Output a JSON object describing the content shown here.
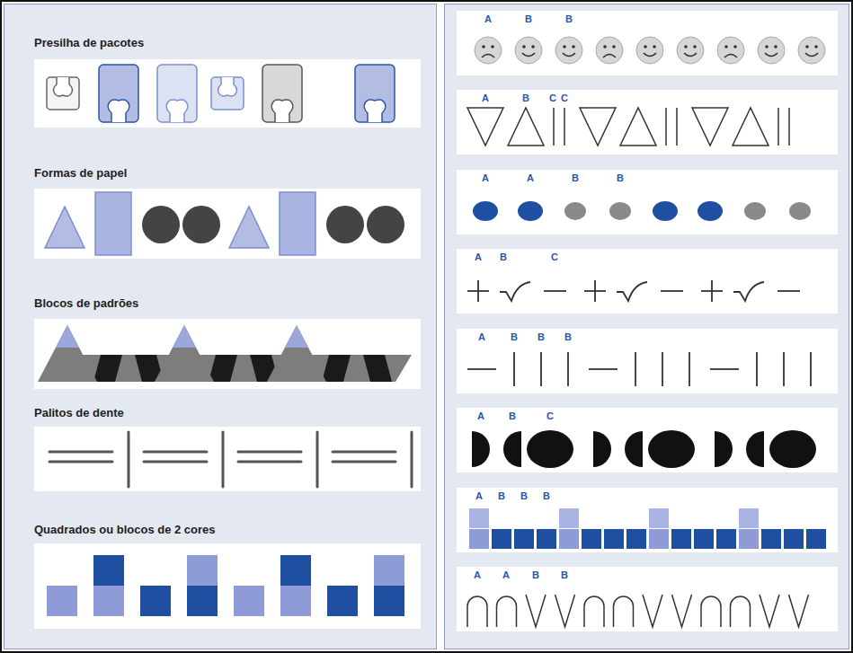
{
  "diagram": {
    "nodes": [
      {
        "text": [
          "Presilha de pacotes"
        ]
      },
      {
        "text": [
          "Formas de papel"
        ]
      },
      {
        "text": [
          "Blocos de padrões"
        ]
      },
      {
        "text": [
          "Palitos de dente"
        ]
      },
      {
        "text": [
          "Quadrados ou blocos de 2 cores"
        ]
      }
    ],
    "labels": [
      "A",
      "B",
      "B",
      "A",
      "B",
      "C",
      "C",
      "A",
      "A",
      "B",
      "B",
      "A",
      "B",
      "C",
      "A",
      "B",
      "B",
      "B",
      "A",
      "B",
      "C",
      "A",
      "B",
      "B",
      "B",
      "A",
      "A",
      "B",
      "B"
    ]
  }
}
